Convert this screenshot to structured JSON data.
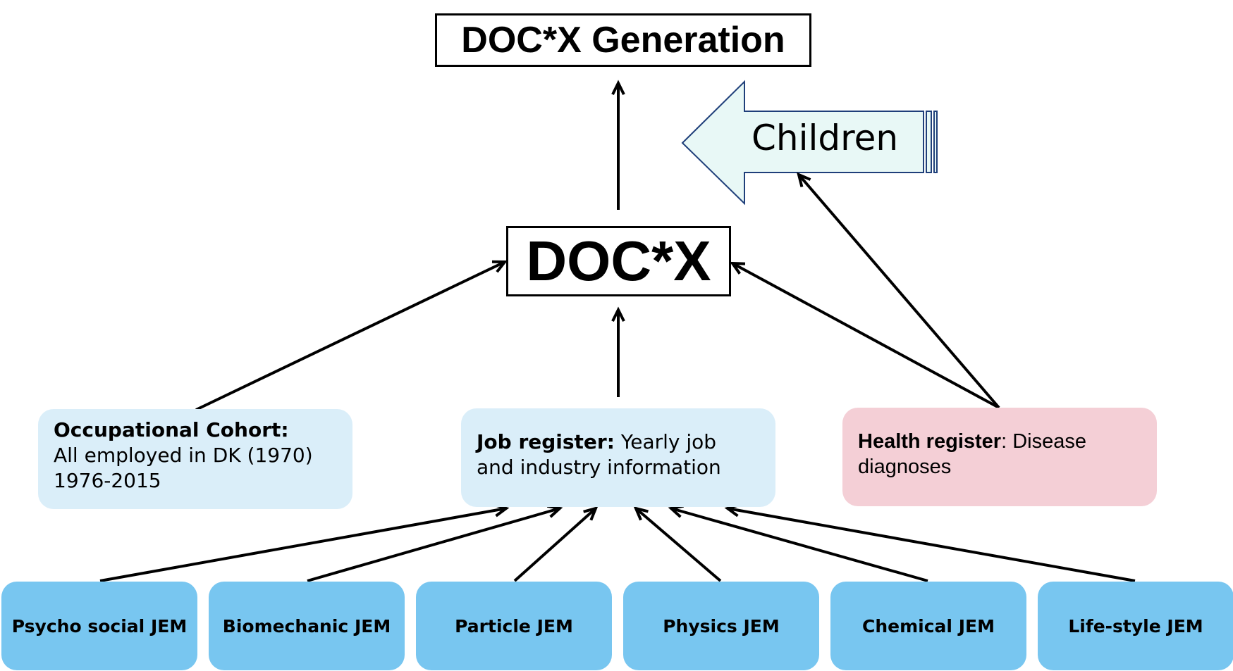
{
  "title": "DOC*X Generation",
  "center": "DOC*X",
  "children_label": "Children",
  "sources": {
    "cohort": {
      "heading": "Occupational Cohort:",
      "line1": "All employed in DK (1970)",
      "line2": "1976-2015"
    },
    "job": {
      "heading": "Job register:",
      "text1": " Yearly job",
      "line2": "and industry information"
    },
    "health": {
      "heading": "Health register",
      "text1": ": Disease",
      "line2": "diagnoses"
    }
  },
  "jems": [
    "Psycho social JEM",
    "Biomechanic JEM",
    "Particle JEM",
    "Physics JEM",
    "Chemical JEM",
    "Life-style JEM"
  ],
  "colors": {
    "light_blue_box": "#daeef9",
    "pink_box": "#f4cfd6",
    "jem_box": "#78c6f0",
    "children_arrow_fill": "#e8f8f6",
    "children_arrow_stroke": "#1f3f7a"
  }
}
